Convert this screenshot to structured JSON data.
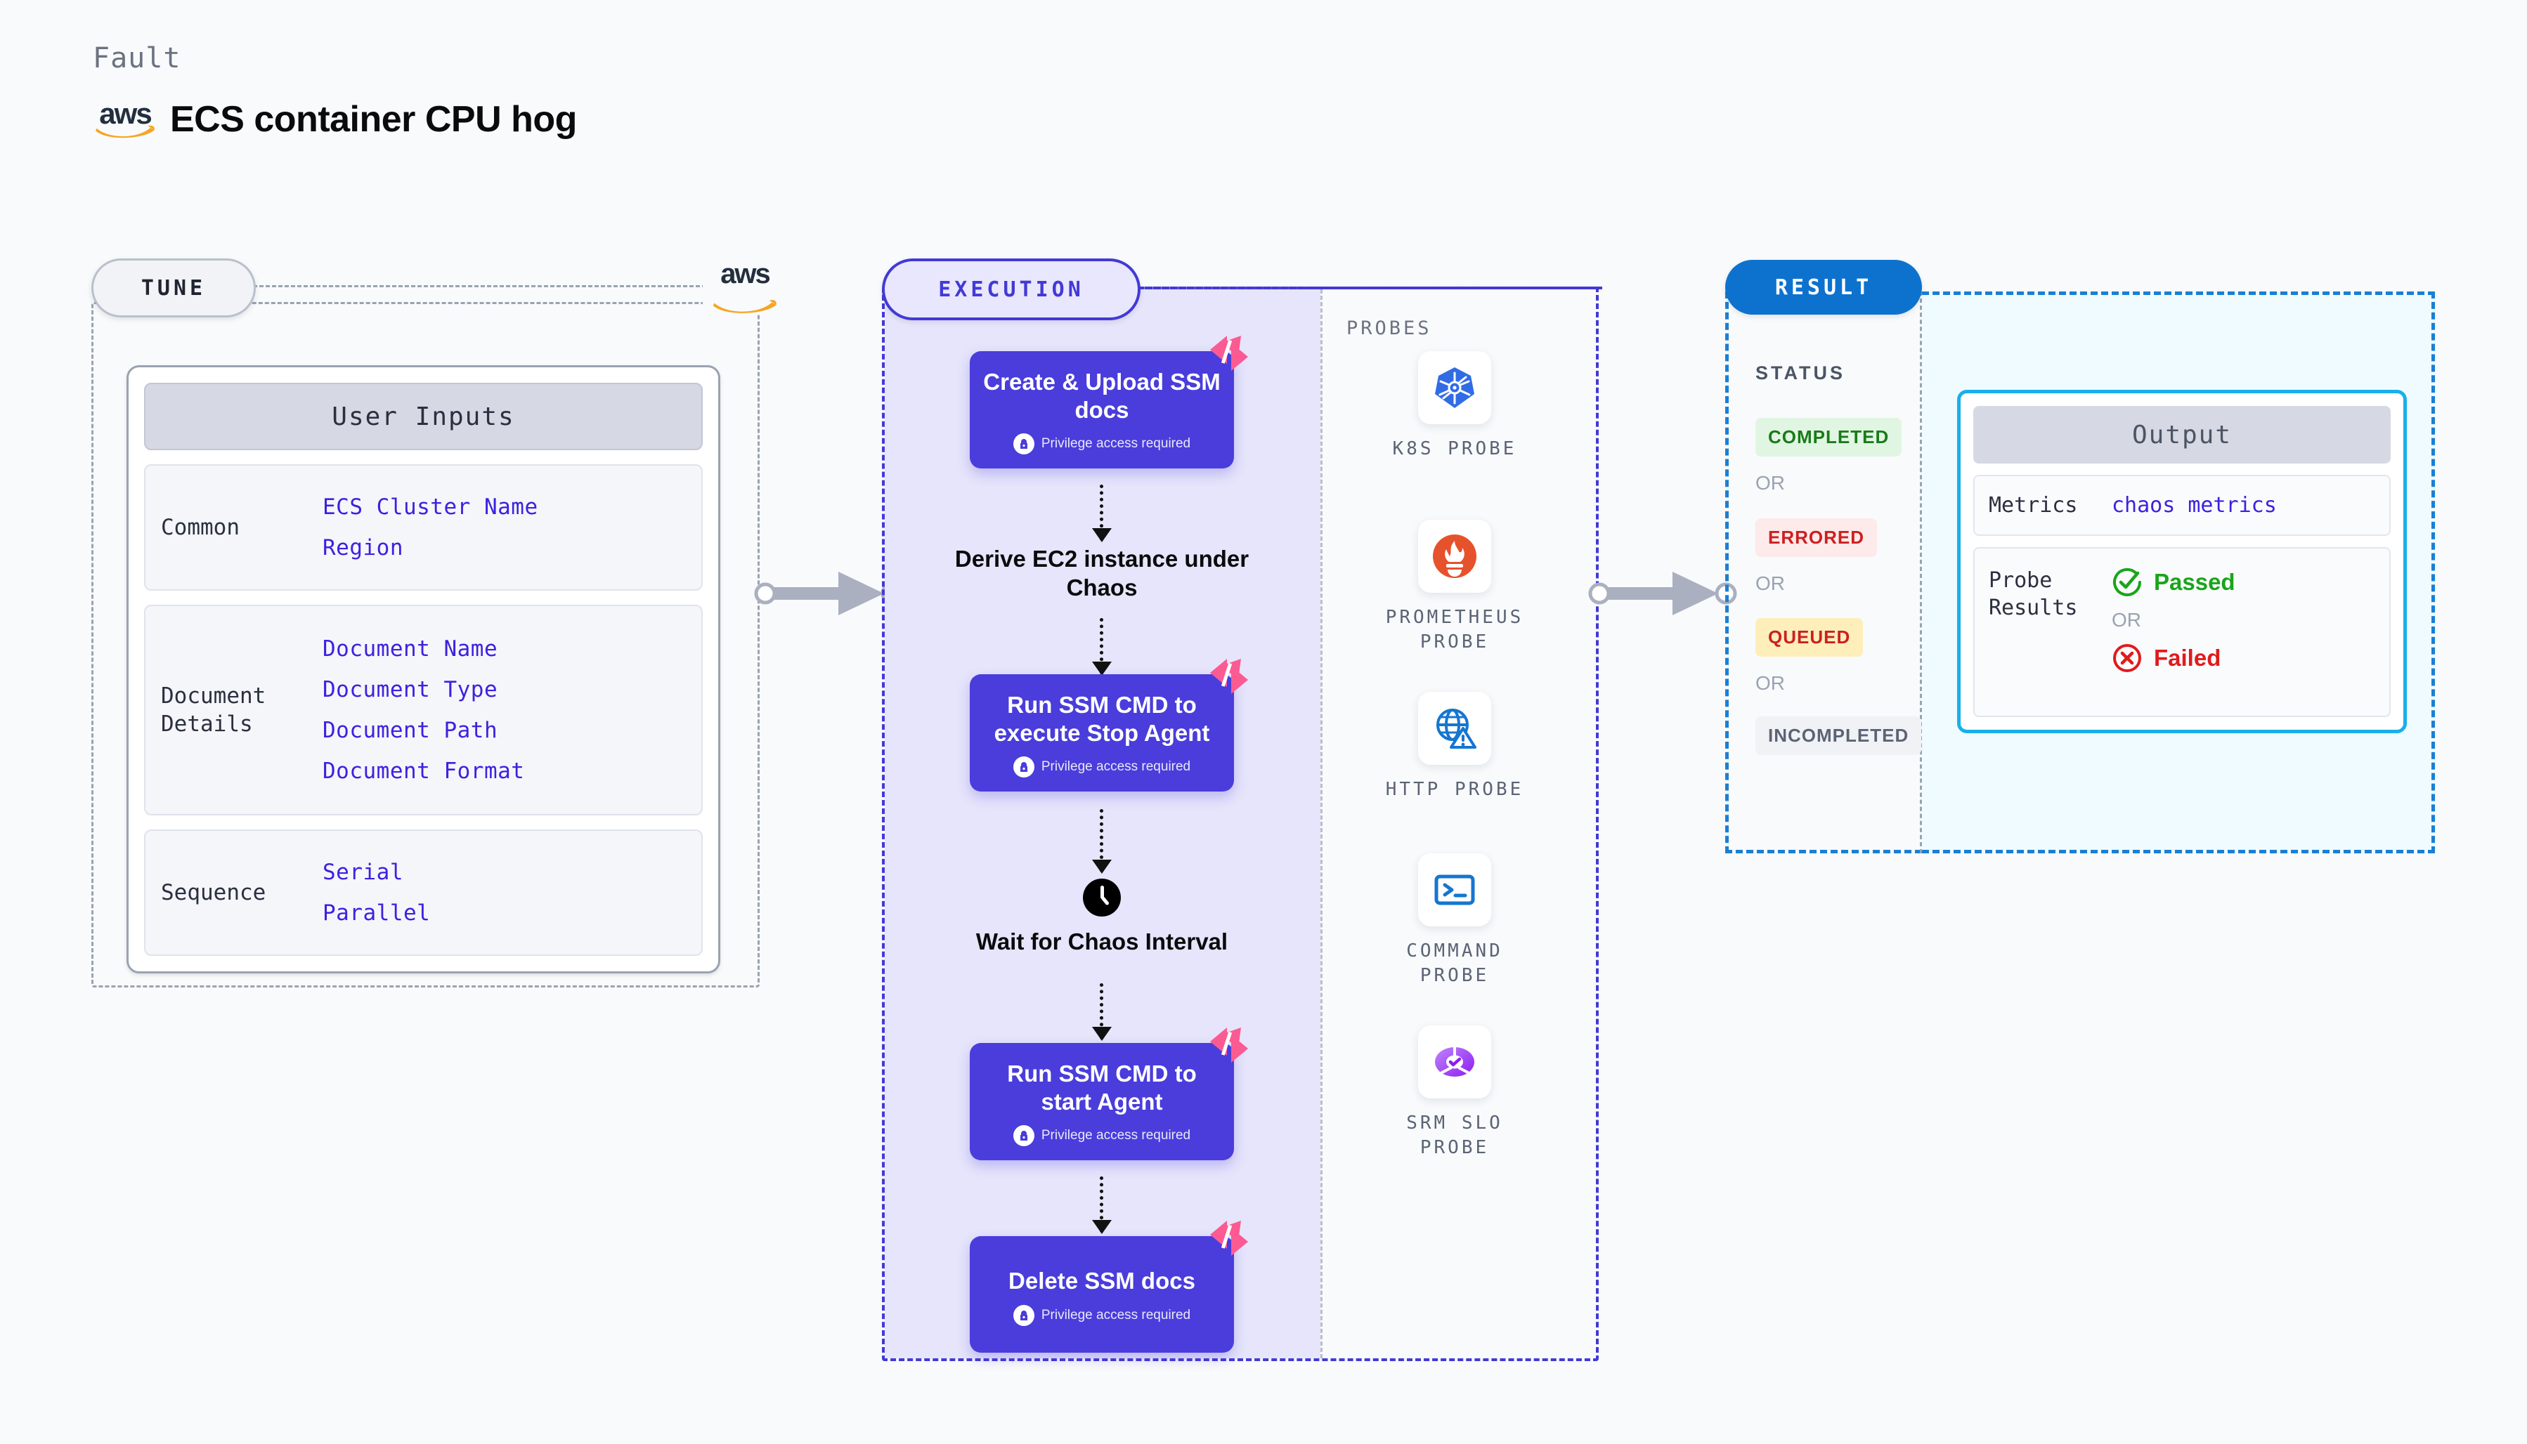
{
  "header": {
    "eyebrow": "Fault",
    "title": "ECS container CPU hog",
    "logo_icon": "aws-logo"
  },
  "tune": {
    "pill_label": "TUNE",
    "edge_logo_icon": "aws-logo",
    "card": {
      "header": "User Inputs",
      "groups": [
        {
          "label": "Common",
          "values": [
            "ECS Cluster Name",
            "Region"
          ]
        },
        {
          "label": "Document Details",
          "values": [
            "Document Name",
            "Document Type",
            "Document Path",
            "Document Format"
          ]
        },
        {
          "label": "Sequence",
          "values": [
            "Serial",
            "Parallel"
          ]
        }
      ]
    }
  },
  "connectors": [
    {
      "name": "tune-to-execution"
    },
    {
      "name": "execution-to-result"
    }
  ],
  "execution": {
    "pill_label": "EXECUTION",
    "steps": [
      {
        "type": "box",
        "title": "Create & Upload SSM docs",
        "privilege": "Privilege access required",
        "badge_icon": "harness-chaos-badge-icon"
      },
      {
        "type": "plain",
        "title": "Derive EC2 instance under Chaos",
        "icon": null
      },
      {
        "type": "box",
        "title": "Run SSM CMD to execute Stop Agent",
        "privilege": "Privilege access required",
        "badge_icon": "harness-chaos-badge-icon"
      },
      {
        "type": "plain",
        "title": "Wait for Chaos Interval",
        "icon": "clock-icon"
      },
      {
        "type": "box",
        "title": "Run SSM CMD to start Agent",
        "privilege": "Privilege access required",
        "badge_icon": "harness-chaos-badge-icon"
      },
      {
        "type": "box",
        "title": "Delete SSM docs",
        "privilege": "Privilege access required",
        "badge_icon": "harness-chaos-badge-icon"
      }
    ]
  },
  "probes": {
    "title": "PROBES",
    "items": [
      {
        "label": "K8S PROBE",
        "icon": "kubernetes-icon"
      },
      {
        "label": "PROMETHEUS PROBE",
        "icon": "prometheus-icon"
      },
      {
        "label": "HTTP PROBE",
        "icon": "http-globe-alert-icon"
      },
      {
        "label": "COMMAND PROBE",
        "icon": "terminal-icon"
      },
      {
        "label": "SRM SLO PROBE",
        "icon": "srm-slo-icon"
      }
    ]
  },
  "result": {
    "pill_label": "RESULT",
    "status_label": "STATUS",
    "or_label": "OR",
    "statuses": [
      {
        "label": "COMPLETED",
        "color": "#1a7a1a",
        "bg": "#e1f6e2"
      },
      {
        "label": "ERRORED",
        "color": "#cc2020",
        "bg": "#fdeaea"
      },
      {
        "label": "QUEUED",
        "color": "#cc2020",
        "bg": "#fdeeba"
      },
      {
        "label": "INCOMPLETED",
        "color": "#5b6475",
        "bg": "#f0f2f6"
      }
    ]
  },
  "output": {
    "header": "Output",
    "metrics_label": "Metrics",
    "metrics_value": "chaos metrics",
    "probe_results_label": "Probe Results",
    "or_label": "OR",
    "passed_label": "Passed",
    "passed_color": "#1aa51a",
    "failed_label": "Failed",
    "failed_color": "#e01b1b"
  },
  "theme": {
    "accent_purple": "#4339d6",
    "accent_blue": "#0d72ce",
    "accent_cyan": "#18b0ea",
    "badge_pink": "#fb5b92",
    "aws_orange": "#f7a525"
  }
}
